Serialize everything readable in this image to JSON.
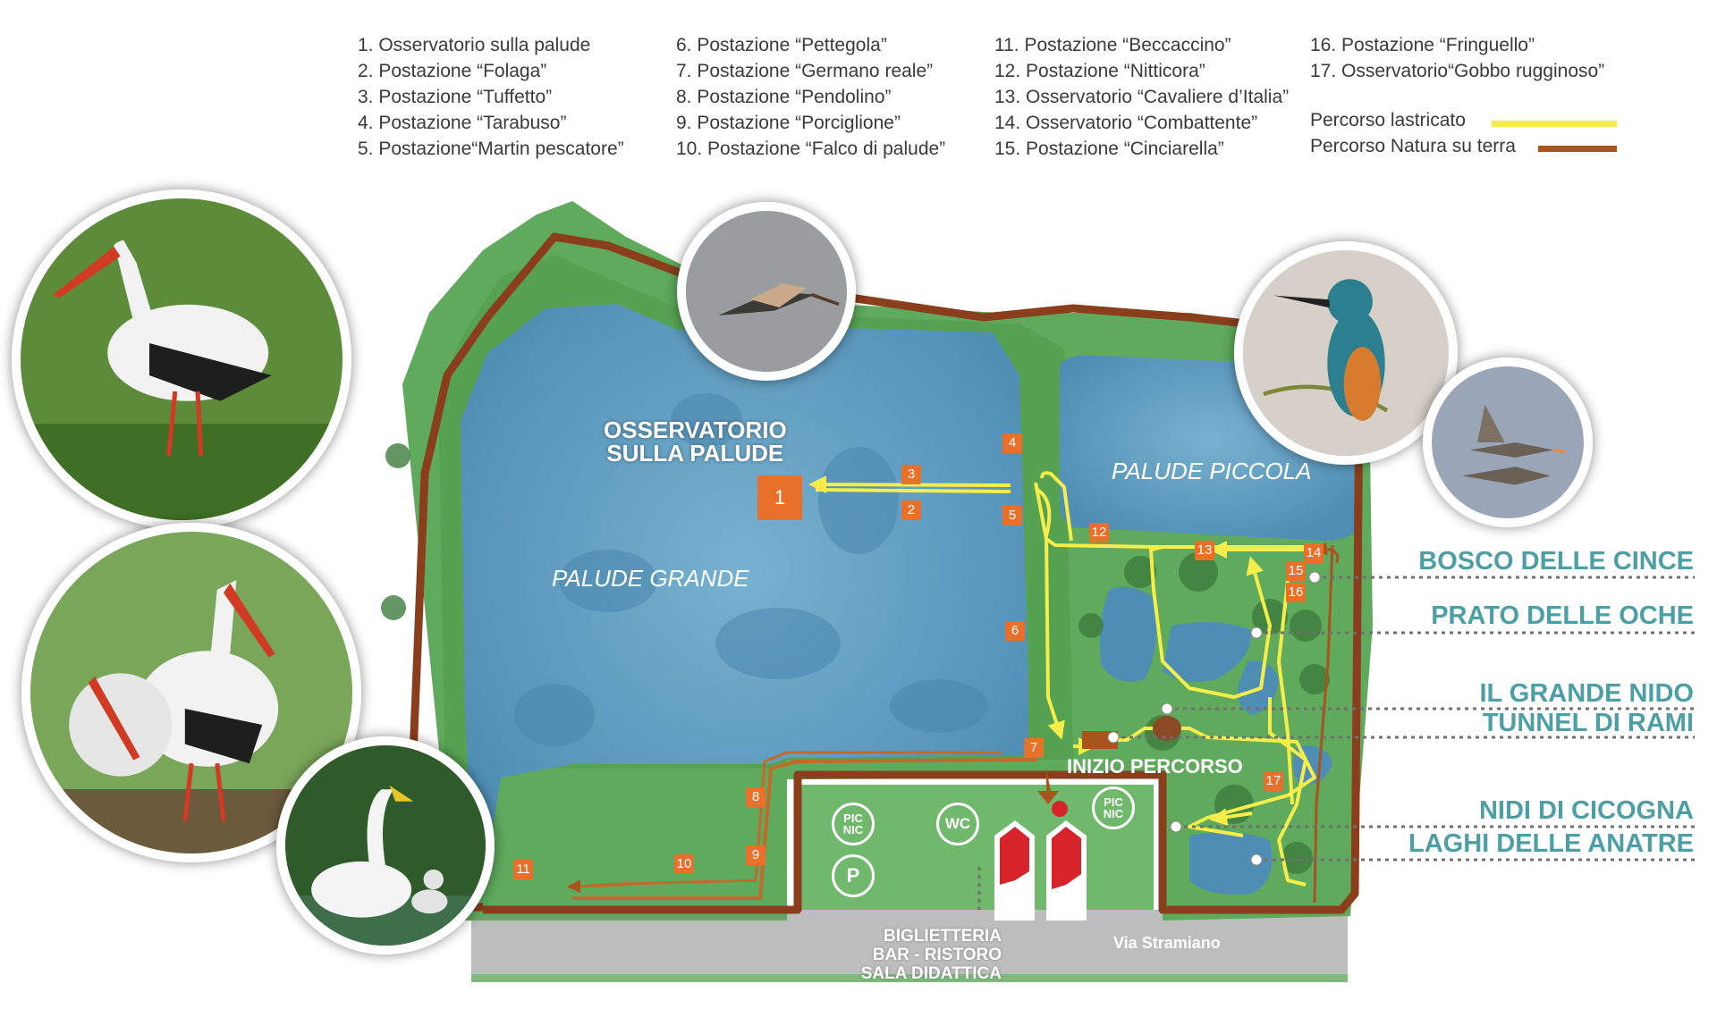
{
  "legend": {
    "columns": [
      [
        "1. Osservatorio sulla palude",
        "2. Postazione “Folaga”",
        "3. Postazione “Tuffetto”",
        "4. Postazione “Tarabuso”",
        "5. Postazione“Martin pescatore”"
      ],
      [
        "6. Postazione “Pettegola”",
        "7. Postazione “Germano reale”",
        "8. Postazione “Pendolino”",
        "9. Postazione “Porciglione”",
        "10. Postazione “Falco di palude”"
      ],
      [
        "11. Postazione “Beccaccino”",
        "12. Postazione “Nitticora”",
        "13. Osservatorio “Cavaliere d’Italia”",
        "14. Osservatorio  “Combattente”",
        "15. Postazione “Cinciarella”"
      ],
      [
        "16. Postazione “Fringuello”",
        "17. Osservatorio“Gobbo rugginoso”"
      ]
    ],
    "paths": [
      {
        "label": "Percorso lastricato",
        "color": "#f5ee4a"
      },
      {
        "label": "Percorso Natura su terra",
        "color": "#a8541c"
      }
    ]
  },
  "map": {
    "zones": {
      "big_marsh": "PALUDE GRANDE",
      "small_marsh": "PALUDE PICCOLA"
    },
    "observatory_title": [
      "OSSERVATORIO",
      "SULLA PALUDE"
    ],
    "start": "INIZIO PERCORSO",
    "street": "Via Stramiano",
    "facilities": [
      "BIGLIETTERIA",
      "BAR - RISTORO",
      "SALA DIDATTICA"
    ],
    "icons": {
      "picnic": [
        "PIC",
        "NIC"
      ],
      "wc": "WC",
      "parking": "P"
    },
    "stations": [
      "1",
      "2",
      "3",
      "4",
      "5",
      "6",
      "7",
      "8",
      "9",
      "10",
      "11",
      "12",
      "13",
      "14",
      "15",
      "16",
      "17"
    ]
  },
  "areas": [
    "BOSCO DELLE CINCE",
    "PRATO DELLE OCHE",
    "IL GRANDE NIDO",
    "TUNNEL DI RAMI",
    "NIDI DI CICOGNA",
    "LAGHI DELLE ANATRE"
  ],
  "colors": {
    "water": "#6aa3c4",
    "grass": "#5faa5c",
    "paved": "#f5ee4a",
    "dirt": "#a8541c",
    "station": "#e8702a",
    "area_label": "#4d9fa6"
  }
}
